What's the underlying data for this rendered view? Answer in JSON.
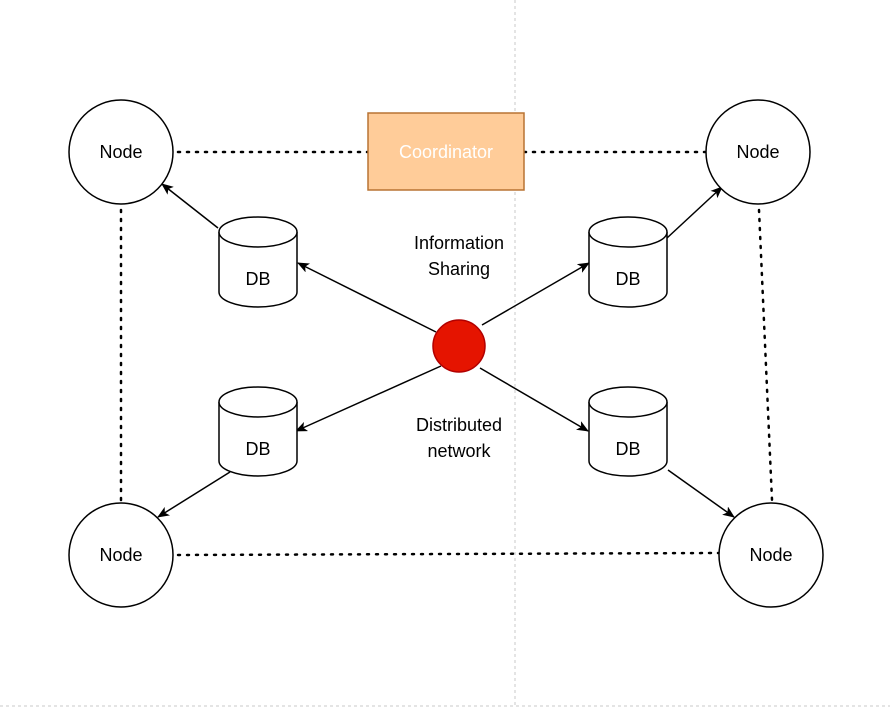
{
  "diagram": {
    "coordinator": {
      "label": "Coordinator"
    },
    "nodes": [
      {
        "label": "Node"
      },
      {
        "label": "Node"
      },
      {
        "label": "Node"
      },
      {
        "label": "Node"
      }
    ],
    "databases": [
      {
        "label": "DB"
      },
      {
        "label": "DB"
      },
      {
        "label": "DB"
      },
      {
        "label": "DB"
      }
    ],
    "annotations": {
      "information_sharing_line1": "Information",
      "information_sharing_line2": "Sharing",
      "distributed_network_line1": "Distributed",
      "distributed_network_line2": "network"
    }
  },
  "colors": {
    "coordinator_fill": "#FFCC99",
    "coordinator_stroke": "#B87333",
    "hub_fill": "#E51400",
    "hub_stroke": "#B20000",
    "line": "#000000",
    "guide": "#C8C8C8"
  }
}
